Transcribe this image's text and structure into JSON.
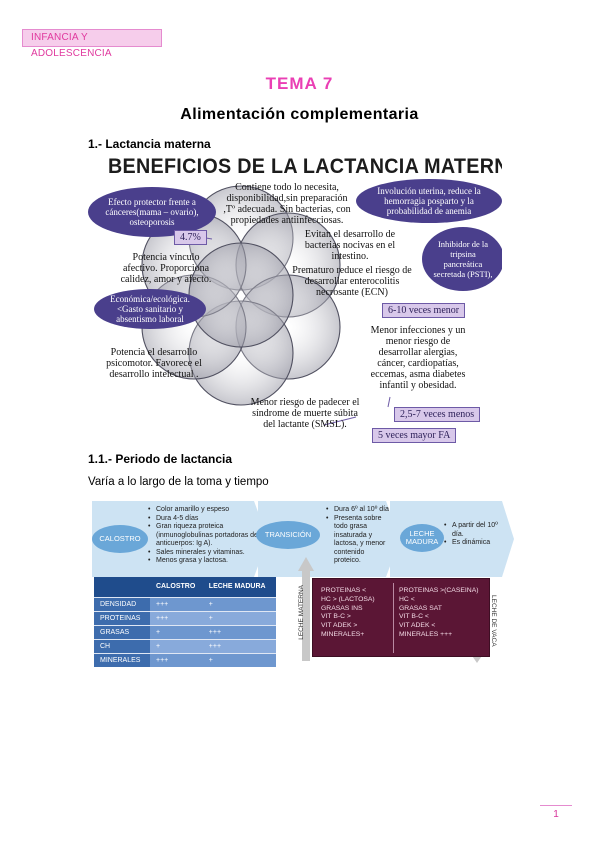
{
  "header": {
    "tag": "INFANCIA Y ADOLESCENCIA"
  },
  "page": {
    "tema": "TEMA 7",
    "title": "Alimentación complementaria"
  },
  "sections": {
    "s1": "1.- Lactancia materna",
    "s11": "1.1.- Periodo de lactancia",
    "s11_sub": "Varía a lo largo de la toma y tiempo"
  },
  "fig1": {
    "title": "BENEFICIOS DE LA LACTANCIA MATERNA",
    "oval_protector": "Efecto protector frente a cánceres(mama – ovario), osteoporosis",
    "tag_47": "4.7%",
    "text_contiene": "Contiene todo lo necesita, disponibilidad,sin preparación ,Tº adecuada. Sin bacterias, con propiedades antiinfecciosas.",
    "oval_involucion": "Involución uterina, reduce la hemorragia posparto y la probabilidad de anemia",
    "text_evitan": "Evitan el desarrollo de bacterias nocivas en el intestino.",
    "oval_inhibidor": "Inhibidor de la tripsina pancreática secretada (PSTI),",
    "text_potencia_vinculo": "Potencia vínculo afectivo. Proporciona calidez, amor y afecto.",
    "text_prematuro": "Prematuro reduce el riesgo de desarrollar enterocolitis necrosante (ECN)",
    "oval_economica": "Económica/ecológica. <Gasto sanitario y absentismo laboral",
    "tag_610": "6-10 veces menor",
    "text_menor_infecciones": "Menor infecciones y un menor riesgo de desarrollar alergias, cáncer, cardiopatías, eccemas, asma diabetes infantil y obesidad.",
    "text_potencia_desarrollo": "Potencia el desarrollo psicomotor. Favorece el desarrollo intelectual .",
    "tag_257": "2,5-7 veces menos",
    "text_smsl": "Menor riesgo de padecer el síndrome de muerte súbita del lactante (SMSL).",
    "tag_5fa": "5 veces mayor FA"
  },
  "fig2": {
    "calostro_label": "CALOSTRO",
    "calostro_items": [
      "Color amarillo y espeso",
      "Dura 4-5 días",
      "Gran riqueza proteica (inmunoglobulinas portadoras de anticuerpos: Ig A).",
      "Sales minerales y vitaminas.",
      "Menos grasa y lactosa."
    ],
    "transicion_label": "TRANSICIÓN",
    "transicion_items": [
      "Dura 6º al 10º día",
      "Presenta sobre todo grasa insaturada y lactosa, y menor contenido proteico."
    ],
    "madura_label": "LECHE MADURA",
    "madura_items": [
      "A partir del 10º día.",
      "Es dinámica"
    ],
    "table": {
      "headers": [
        "",
        "CALOSTRO",
        "LECHE MADURA"
      ],
      "rows": [
        [
          "DENSIDAD",
          "+++",
          "+"
        ],
        [
          "PROTEINAS",
          "+++",
          "+"
        ],
        [
          "GRASAS",
          "+",
          "+++"
        ],
        [
          "CH",
          "+",
          "+++"
        ],
        [
          "MINERALES",
          "+++",
          "+"
        ]
      ]
    },
    "label_leche_materna": "LECHE MATERNA",
    "label_leche_vaca": "LECHE DE VACA",
    "compare_left": [
      "PROTEINAS <",
      "HC > (LACTOSA)",
      "GRASAS INS",
      "VIT B-C >",
      "VIT ADEK >",
      "MINERALES+"
    ],
    "compare_right": [
      "PROTEINAS >(CASEINA)",
      "HC <",
      "GRASAS SAT",
      "VIT B-C <",
      "VIT ADEK <",
      "MINERALES +++"
    ]
  },
  "footer": {
    "page_number": "1"
  },
  "colors": {
    "accent_pink": "#ea3fb4",
    "oval_purple": "#4a3f8c",
    "table_blue": "#1f4c8c",
    "maroon": "#5b1635"
  }
}
